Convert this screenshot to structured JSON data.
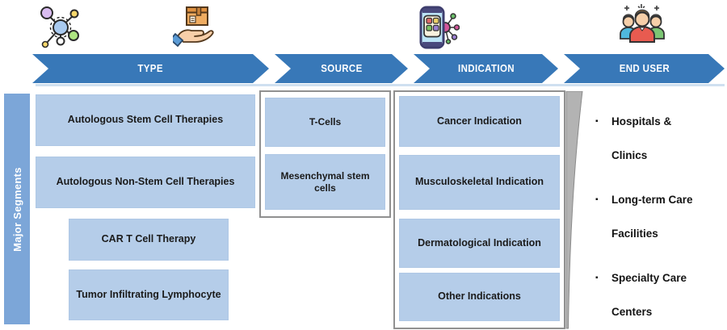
{
  "banner": {
    "segments": [
      "TYPE",
      "SOURCE",
      "INDICATION",
      "END USER"
    ]
  },
  "sidebar": {
    "label": "Major Segments"
  },
  "type_column": {
    "items": [
      "Autologous Stem Cell Therapies",
      "Autologous Non-Stem Cell Therapies",
      "CAR T Cell Therapy",
      "Tumor Infiltrating Lymphocyte"
    ]
  },
  "source_column": {
    "items": [
      "T-Cells",
      "Mesenchymal stem cells"
    ]
  },
  "indication_column": {
    "items": [
      "Cancer Indication",
      "Musculoskeletal Indication",
      "Dermatological Indication",
      "Other Indications"
    ]
  },
  "end_user_column": {
    "items": [
      "Hospitals & Clinics",
      "Long-term Care Facilities",
      "Specialty Care Centers"
    ],
    "bullet": "▪"
  },
  "icons": [
    {
      "name": "molecule-network-icon"
    },
    {
      "name": "hand-delivery-box-icon"
    },
    {
      "name": "smartphone-network-icon"
    },
    {
      "name": "people-group-icon"
    }
  ],
  "colors": {
    "banner_blue": "#3878B8",
    "cell_blue": "#B5CDE9",
    "sidebar_blue": "#7CA6D8",
    "frame_border_gray": "#909090",
    "text_dark": "#1B1B1B"
  }
}
